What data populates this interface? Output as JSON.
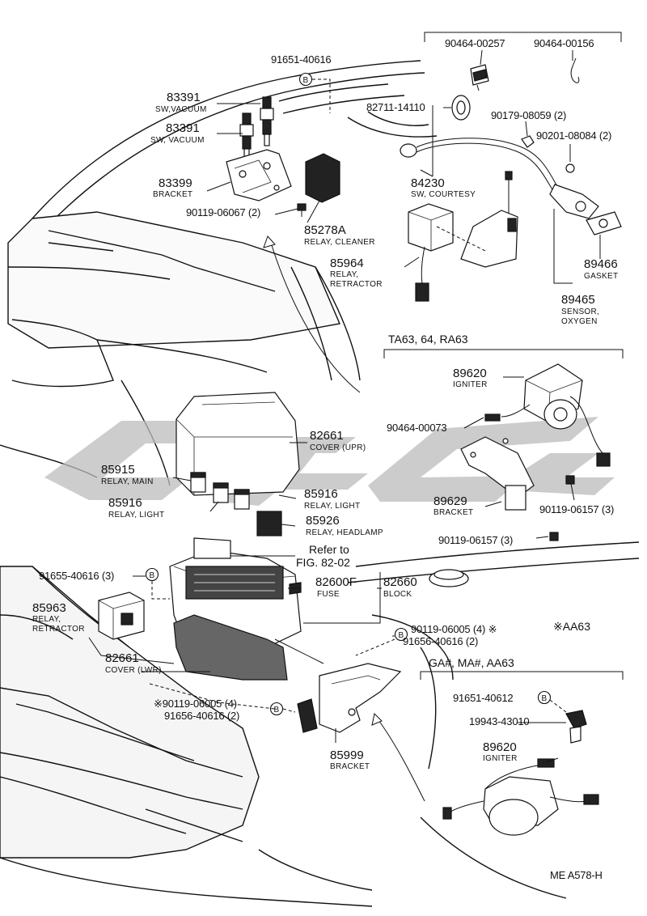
{
  "parts": {
    "p1": {
      "number": "91651-40616"
    },
    "p2": {
      "number": "90464-00257"
    },
    "p3": {
      "number": "90464-00156"
    },
    "p4": {
      "number": "83391",
      "name": "SW,VACUUM"
    },
    "p5": {
      "number": "83391",
      "name": "SW, VACUUM"
    },
    "p6": {
      "number": "82711-14110"
    },
    "p7": {
      "number": "90179-08059 (2)"
    },
    "p8": {
      "number": "90201-08084 (2)"
    },
    "p9": {
      "number": "83399",
      "name": "BRACKET"
    },
    "p10": {
      "number": "84230",
      "name": "SW, COURTESY"
    },
    "p11": {
      "number": "90119-06067 (2)"
    },
    "p12": {
      "number": "85278A",
      "name": "RELAY, CLEANER"
    },
    "p13": {
      "number": "85964",
      "name1": "RELAY,",
      "name2": "RETRACTOR"
    },
    "p14": {
      "number": "89466",
      "name": "GASKET"
    },
    "p15": {
      "number": "89465",
      "name1": "SENSOR,",
      "name2": "OXYGEN"
    },
    "p16": {
      "number": "89620",
      "name": "IGNITER"
    },
    "p17": {
      "number": "90464-00073"
    },
    "p18": {
      "number": "82661",
      "name": "COVER (UPR)"
    },
    "p19": {
      "number": "85915",
      "name": "RELAY, MAIN"
    },
    "p20": {
      "number": "85916",
      "name": "RELAY, LIGHT"
    },
    "p21": {
      "number": "85916",
      "name": "RELAY, LIGHT"
    },
    "p22": {
      "number": "85926",
      "name": "RELAY, HEADLAMP"
    },
    "p23": {
      "number": "89629",
      "name": "BRACKET"
    },
    "p24": {
      "number": "90119-06157 (3)"
    },
    "p25": {
      "number": "90119-06157 (3)"
    },
    "p26": {
      "number": "91655-40616 (3)"
    },
    "p27": {
      "number": "82600F",
      "name": "FUSE"
    },
    "p28": {
      "number": "82660",
      "name": "BLOCK"
    },
    "p29": {
      "number": "85963",
      "name1": "RELAY,",
      "name2": "RETRACTOR"
    },
    "p30": {
      "number": "90119-06005 (4) ※"
    },
    "p31": {
      "number": "91656-40616 (2)"
    },
    "p32": {
      "number": "82661",
      "name": "COVER (LWR)"
    },
    "p33": {
      "number": "※90119-06005 (4)"
    },
    "p34": {
      "number": "91656-40616 (2)"
    },
    "p35": {
      "number": "85999",
      "name": "BRACKET"
    },
    "p36": {
      "number": "91651-40612"
    },
    "p37": {
      "number": "19943-43010"
    },
    "p38": {
      "number": "89620",
      "name": "IGNITER"
    }
  },
  "refer": {
    "line1": "Refer to",
    "line2": "FIG. 82-02"
  },
  "bolt_symbol": "B",
  "groups": {
    "ta63": "TA63, 64, RA63",
    "aa63_note": "※AA63",
    "ga": "GA#, MA#, AA63"
  },
  "footer": {
    "code": "ME  A578-H"
  },
  "watermark": {
    "color": "#bcbcbc"
  }
}
